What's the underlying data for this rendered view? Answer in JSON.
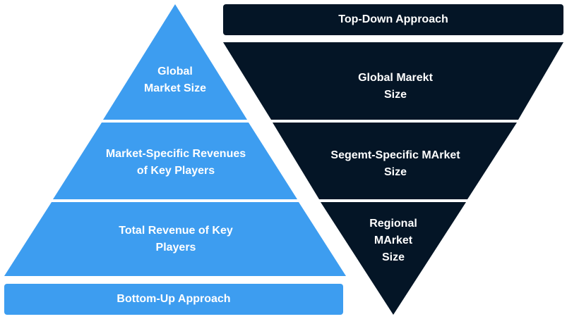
{
  "colors": {
    "bottom_up": "#3d9df0",
    "top_down": "#041526"
  },
  "top_down": {
    "header": "Top-Down Approach",
    "levels": [
      "Global Marekt\nSize",
      "Segemt-Specific MArket\nSize",
      "Regional\nMArket\nSize"
    ]
  },
  "bottom_up": {
    "footer": "Bottom-Up Approach",
    "levels": [
      "Global\nMarket Size",
      "Market-Specific Revenues\nof Key Players",
      "Total Revenue of Key\nPlayers"
    ]
  }
}
